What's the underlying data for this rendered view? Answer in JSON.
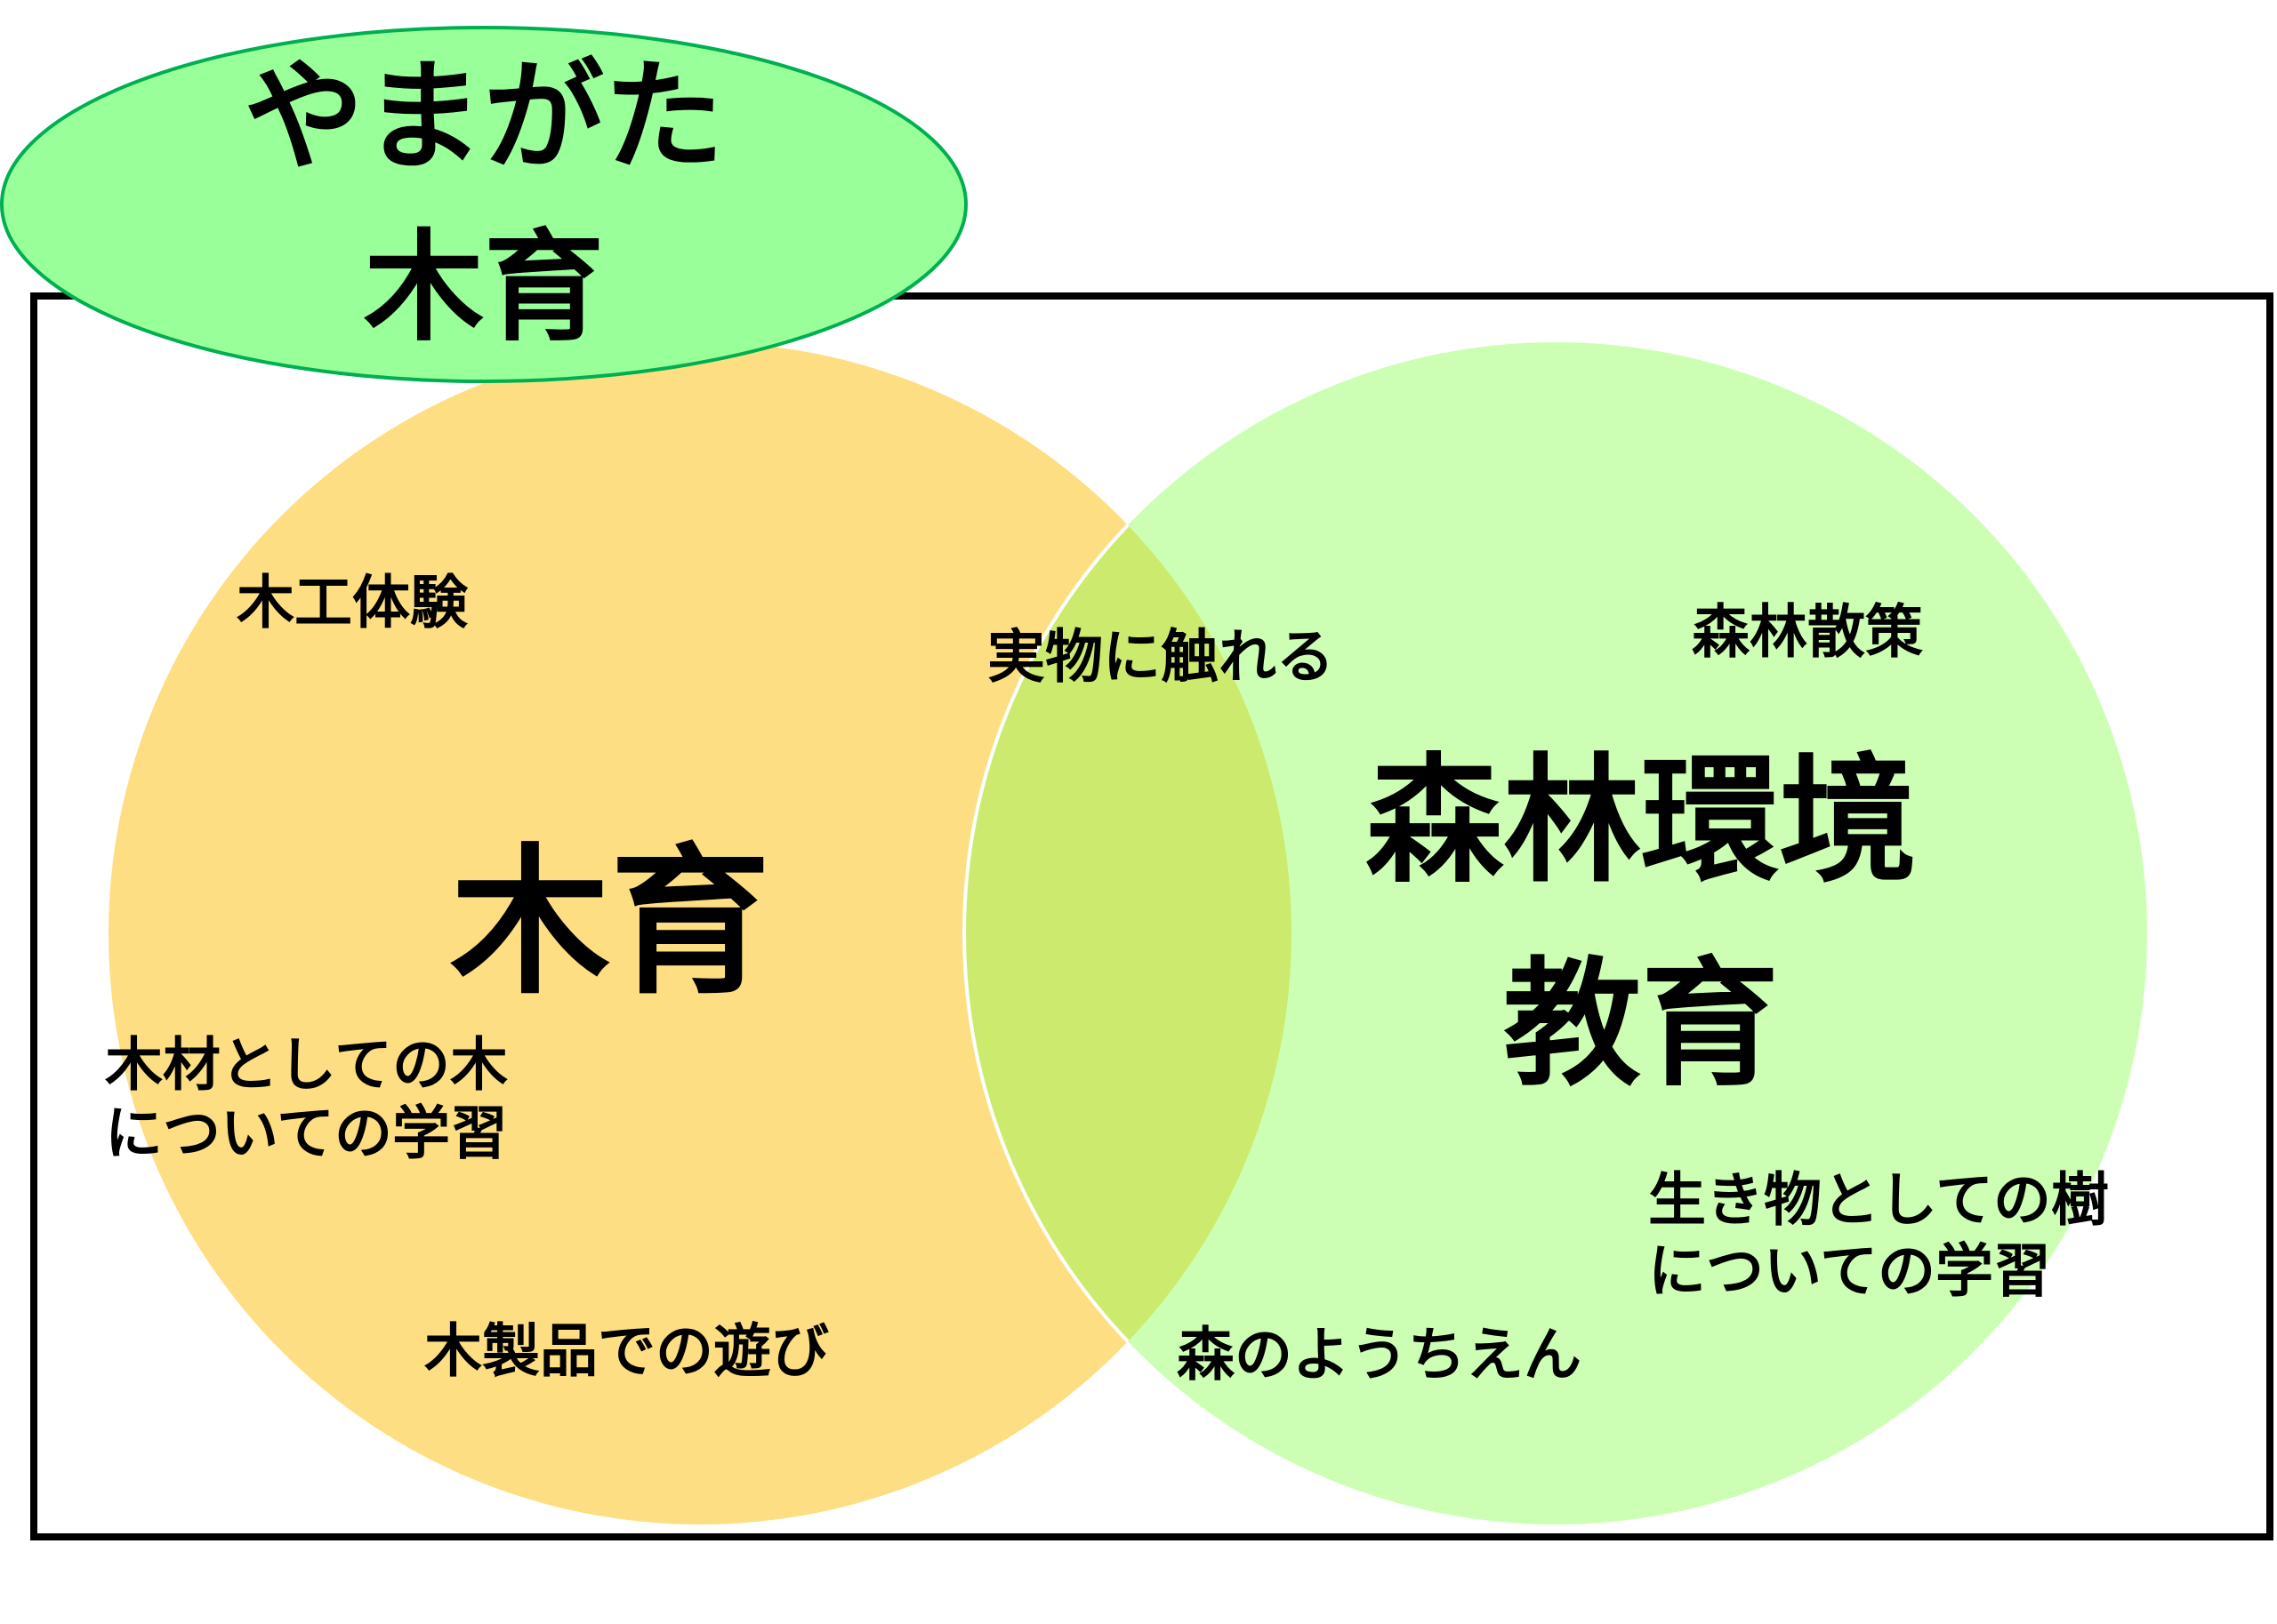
{
  "title": {
    "line1": "やまがた",
    "line2": "木育"
  },
  "left_circle": {
    "heading": "木育",
    "items": [
      "木工体験",
      "木材としての木",
      "についての学習",
      "木製品での遊び"
    ]
  },
  "right_circle": {
    "heading_line1": "森林環境",
    "heading_line2": "教育",
    "items": [
      "森林散策",
      "生き物としての樹",
      "についての学習",
      "森のようちえん"
    ]
  },
  "overlap": {
    "item": "実物に触れる"
  },
  "colors": {
    "title_fill": "#99FF99",
    "title_stroke": "#00B050",
    "left_fill": "#FEDE82",
    "right_fill": "#CCFFB3",
    "overlap_fill": "#CCEB6E",
    "frame": "#000000"
  }
}
